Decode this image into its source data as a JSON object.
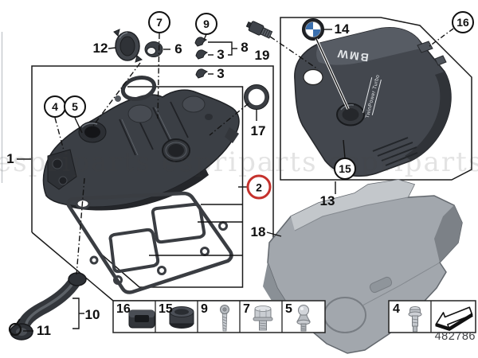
{
  "colors": {
    "accent-red": "#c5322d",
    "roundel-blue": "#3a6fae",
    "part-dark": "#3b3f45",
    "engine-cover-gray": "#43474e",
    "acoustic-cover-gray": "#a2a7ad"
  },
  "watermark": {
    "text": "espriparts espriparts espriparts espriparts"
  },
  "serial": "482786",
  "branding": {
    "cover_logo_text": "BMW",
    "cover_badge_text": "TwinPower Turbo",
    "emblem_icon": "bmw-roundel-icon"
  },
  "callouts": {
    "n1": "1",
    "n2": "2",
    "n3_upper": "3",
    "n3_lower": "3",
    "n4": "4",
    "n5": "5",
    "n6": "6",
    "n7": "7",
    "n8": "8",
    "n9": "9",
    "n10": "10",
    "n11": "11",
    "n12": "12",
    "n13": "13",
    "n14": "14",
    "n15": "15",
    "n16": "16",
    "n17": "17",
    "n18": "18",
    "n19": "19"
  },
  "parts_strip": {
    "left_cells": [
      {
        "label": "16",
        "icon": "rubber-grommet-icon"
      },
      {
        "label": "15",
        "icon": "cover-cap-icon"
      },
      {
        "label": "9",
        "icon": "torx-screw-icon"
      },
      {
        "label": "7",
        "icon": "hex-flange-bolt-icon"
      },
      {
        "label": "5",
        "icon": "ball-stud-icon"
      }
    ],
    "right_cells": [
      {
        "label": "4",
        "icon": "mounting-stud-icon"
      }
    ],
    "direction_icon": "page-direction-arrow-icon"
  }
}
